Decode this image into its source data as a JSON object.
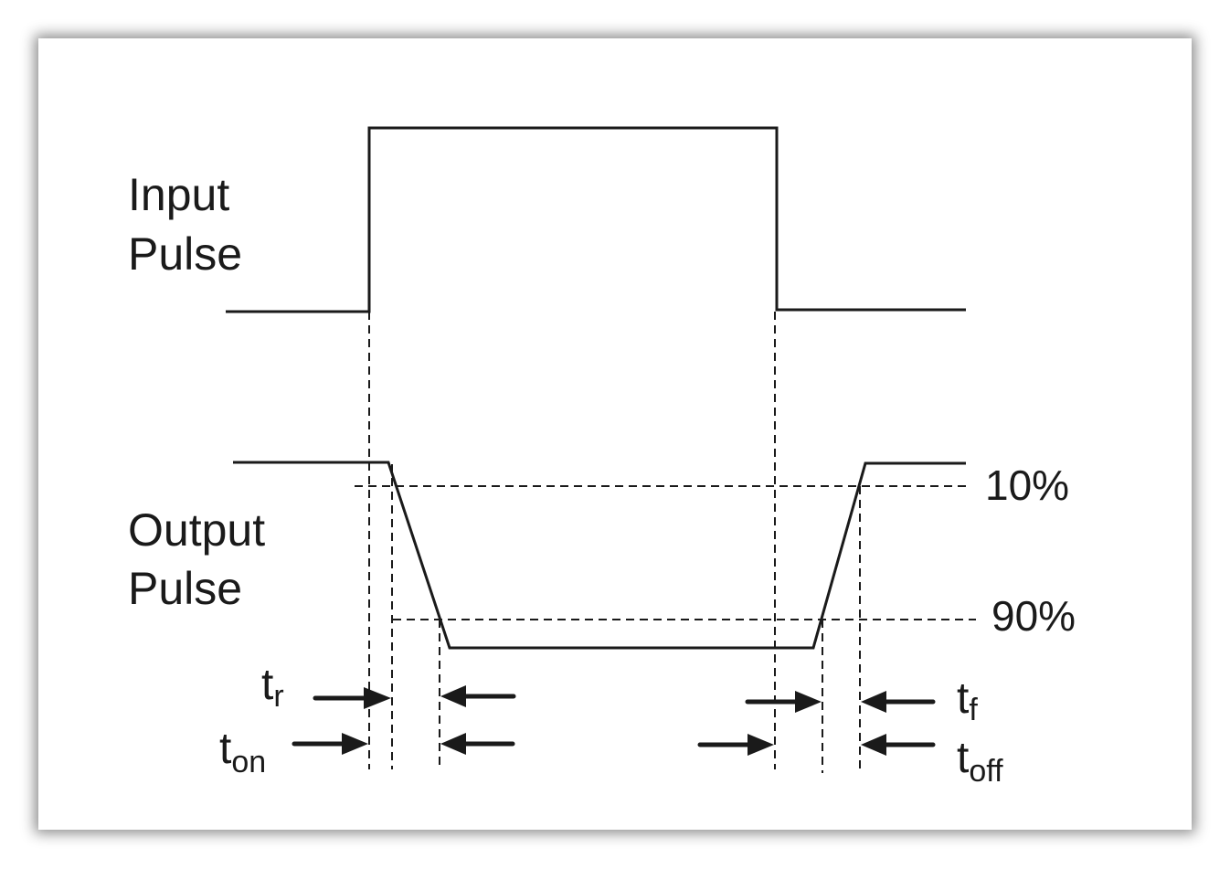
{
  "input_label": {
    "line1": "Input",
    "line2": "Pulse"
  },
  "output_label": {
    "line1": "Output",
    "line2": "Pulse"
  },
  "levels": {
    "ten": "10%",
    "ninety": "90%"
  },
  "timing": {
    "tr": {
      "main": "t",
      "sub": "r"
    },
    "ton": {
      "main": "t",
      "sub": "on"
    },
    "tf": {
      "main": "t",
      "sub": "f"
    },
    "toff": {
      "main": "t",
      "sub": "off"
    }
  }
}
